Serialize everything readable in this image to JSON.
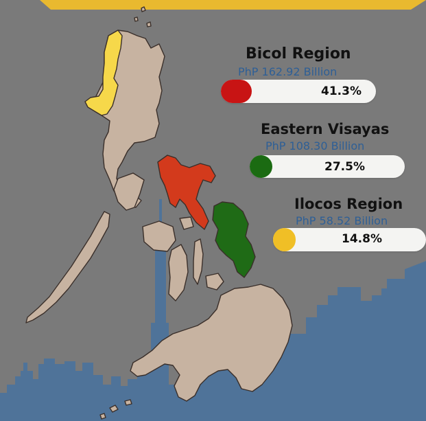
{
  "colors": {
    "background": "#7a7a7a",
    "banner": "#e9b92f",
    "skyline": "#4f7399",
    "land": "#c7b3a1",
    "land_stroke": "#3a2f2a",
    "bicol": "#d33a1c",
    "eastern_visayas": "#1f6b16",
    "ilocos": "#f6d84a",
    "amount_text": "#2e5f96"
  },
  "regions": [
    {
      "name": "Bicol Region",
      "amount": "PhP 162.92 Billion",
      "percent": "41.3%",
      "share": 0.413,
      "bar_color": "#c81414"
    },
    {
      "name": "Eastern Visayas",
      "amount": "PhP 108.30 Billion",
      "percent": "27.5%",
      "share": 0.275,
      "bar_color": "#1b6b12"
    },
    {
      "name": "Ilocos Region",
      "amount": "PhP 58.52 Billion",
      "percent": "14.8%",
      "share": 0.148,
      "bar_color": "#f0bf26"
    }
  ]
}
